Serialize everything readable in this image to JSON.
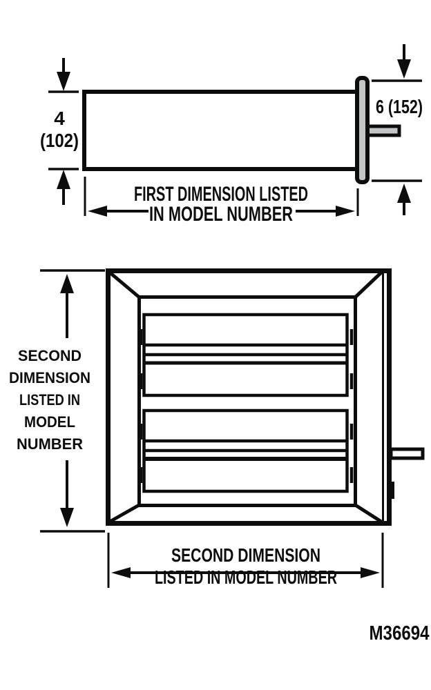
{
  "diagram": {
    "figure_id": "M36694",
    "side_view": {
      "height_dim_value": "4",
      "height_dim_metric": "(102)",
      "flange_dim": "6 (152)",
      "width_dim_line1": "FIRST DIMENSION LISTED",
      "width_dim_line2": "IN MODEL NUMBER"
    },
    "front_view": {
      "height_dim_lines": [
        "SECOND",
        "DIMENSION",
        "LISTED IN",
        "MODEL",
        "NUMBER"
      ],
      "width_dim_line1": "SECOND DIMENSION",
      "width_dim_line2": "LISTED IN MODEL NUMBER"
    },
    "colors": {
      "line": "#0d0d0d",
      "flange_fill": "#c2c6c7",
      "background": "#ffffff"
    }
  }
}
